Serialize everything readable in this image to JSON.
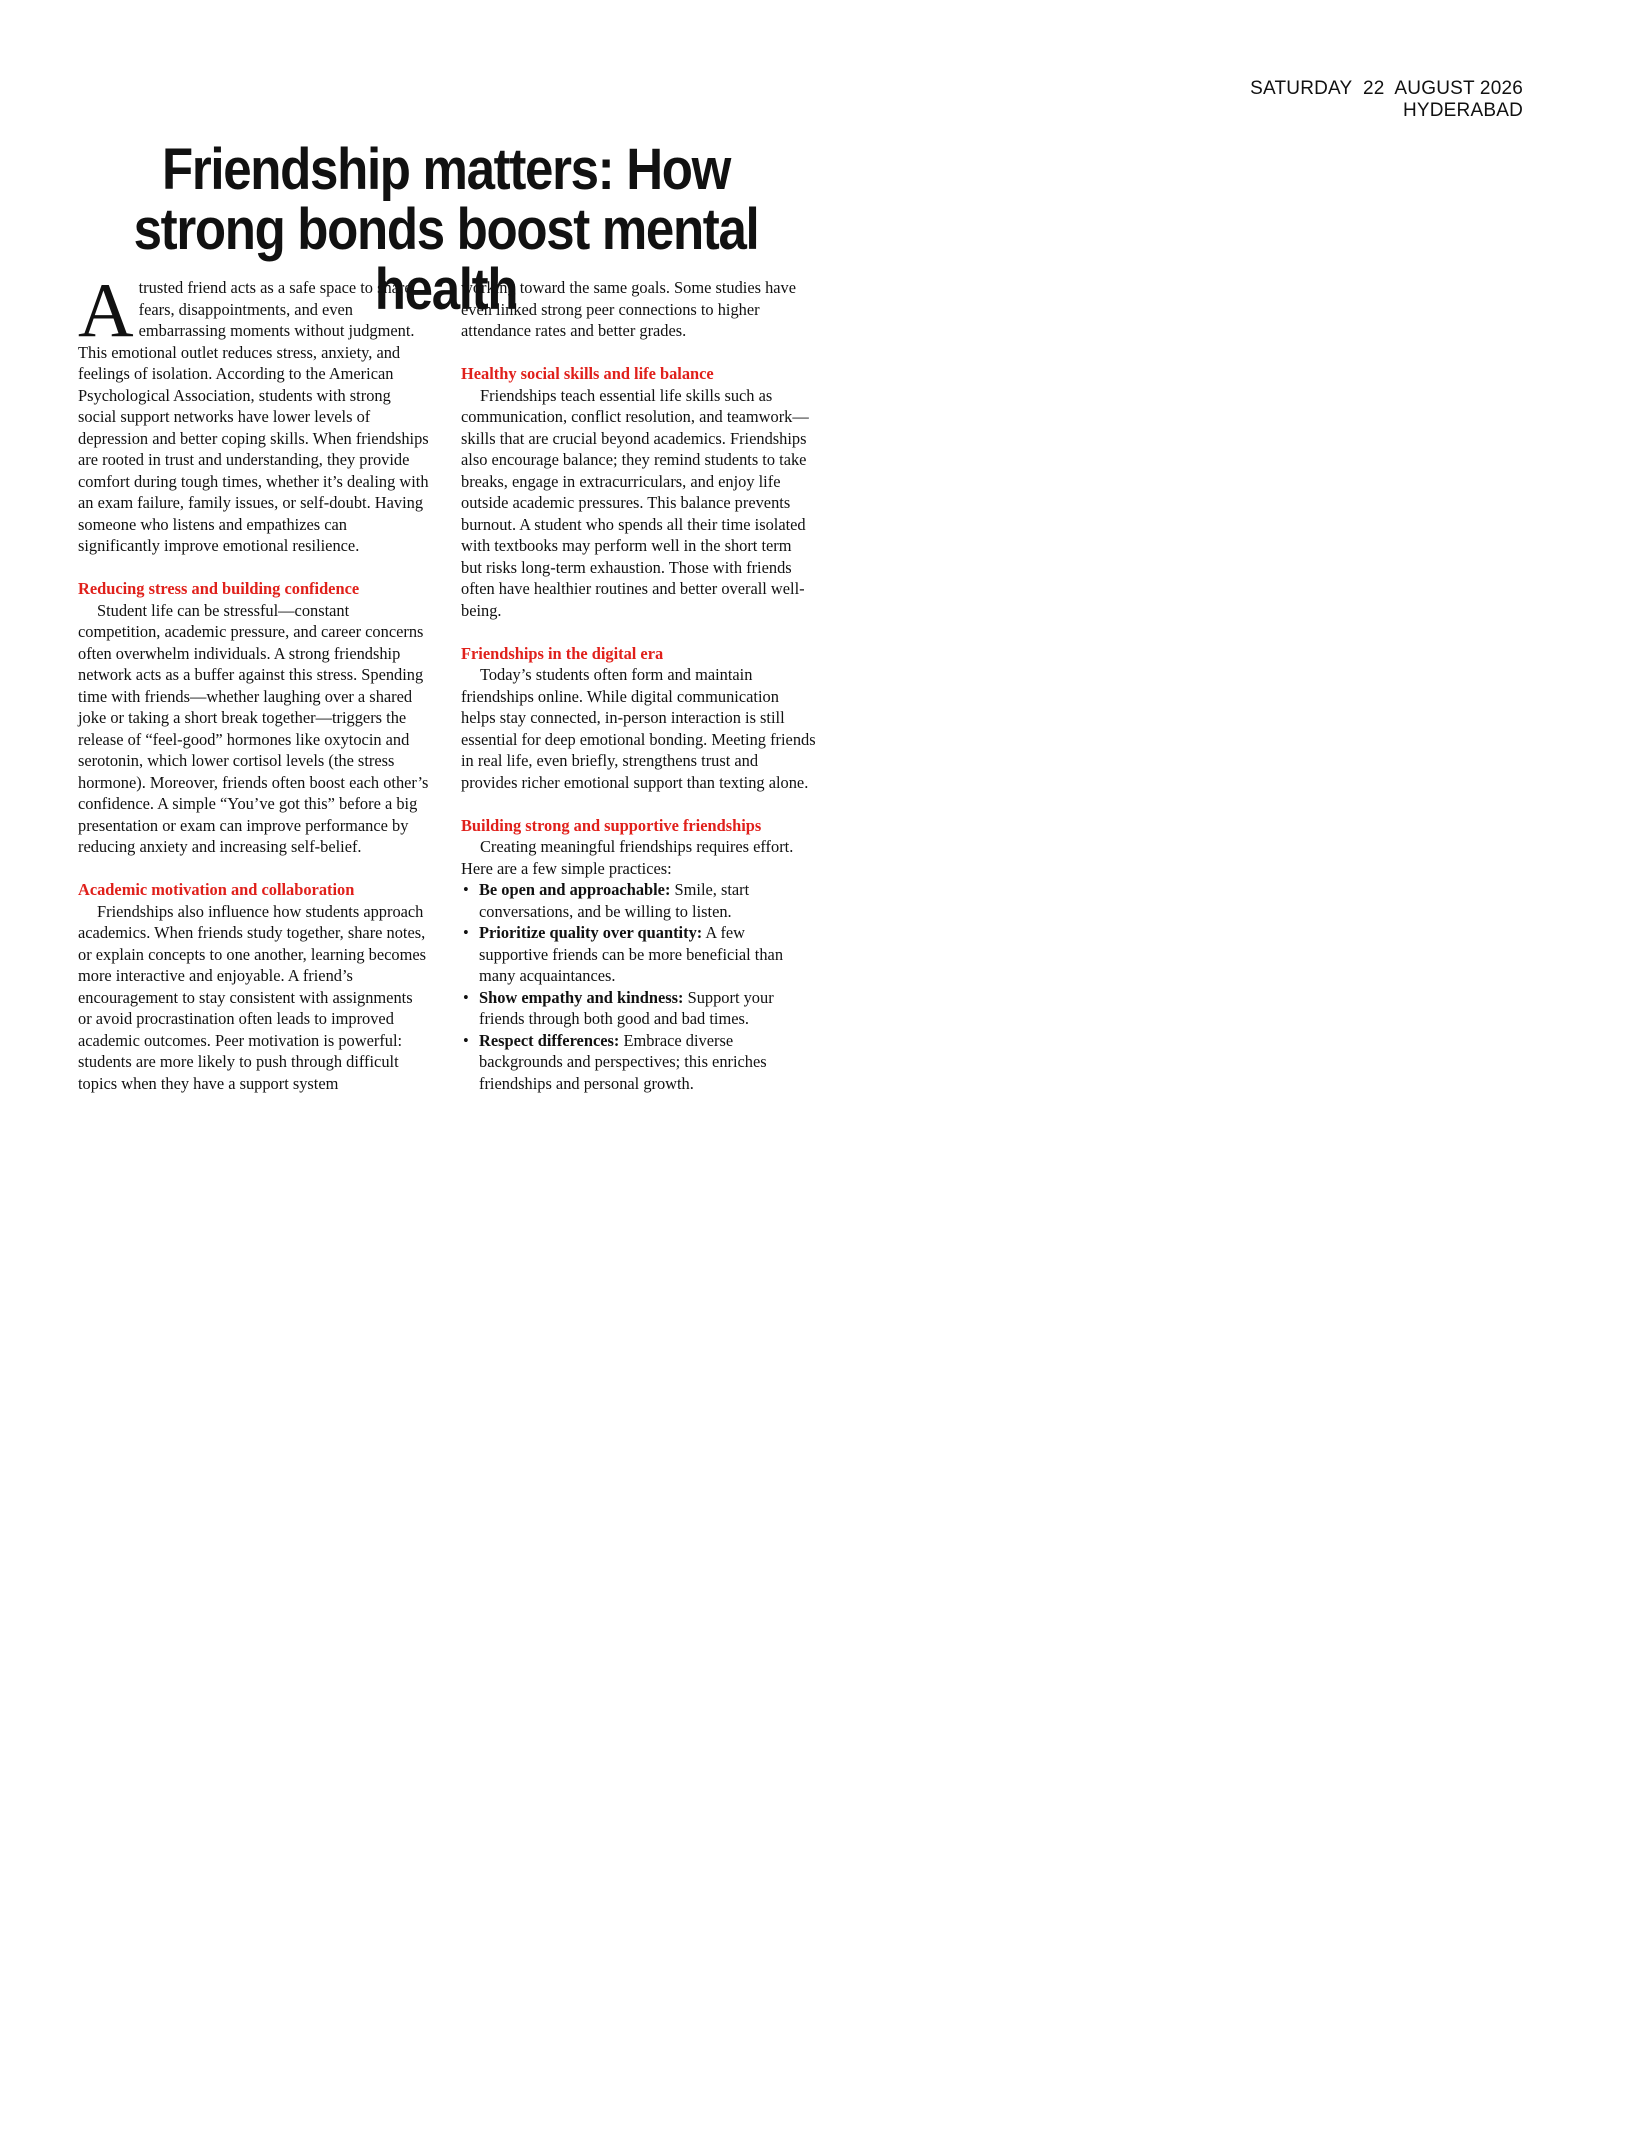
{
  "dateline": {
    "date": "SATURDAY  22  AUGUST 2026",
    "city": "HYDERABAD"
  },
  "headline": "Friendship matters: How strong bonds boost mental health",
  "intro": {
    "dropcap": "A",
    "text": " trusted friend acts as a safe space to share fears, disappointments, and even embarrassing moments without judgment. This emotional outlet reduces stress, anxiety, and feelings of isolation. According to the American Psychological Association, students with strong social support networks have lower levels of depression and better coping skills. When friendships are rooted in trust and understanding, they provide comfort during tough times, whether it’s dealing with an exam failure, family issues, or self-doubt. Having someone who listens and empathizes can significantly improve emotional resilience."
  },
  "sections": [
    {
      "heading": "Reducing stress and  building confidence",
      "body": "Student life can be stressful—constant competition, academic pressure, and career concerns often overwhelm individuals. A strong friendship network acts as a buffer against this stress. Spending time with friends—whether laughing over a shared joke or taking a short break together—triggers the release of “feel-good” hormones like oxytocin and serotonin, which lower cortisol levels (the stress hormone). Moreover, friends often boost each other’s confidence. A simple “You’ve got this” before a big presentation or exam can improve performance by reducing anxiety and increasing self-belief."
    },
    {
      "heading": "Academic motivation and collaboration",
      "body": "Friendships also influence how students approach academics. When friends study together, share notes, or explain concepts to one another, learning becomes more interactive and enjoyable. A friend’s encouragement to stay consistent with assignments or avoid procrastination often leads to improved academic outcomes. Peer motivation is powerful: students are more likely to push through difficult topics when they have a support system",
      "continuation": "working toward the same goals. Some studies have even linked strong peer connections to higher attendance rates and better grades."
    },
    {
      "heading": "Healthy social skills and life balance",
      "body": "Friendships teach essential life skills such as communication, conflict resolution, and teamwork—skills that are crucial beyond academics. Friendships also encourage balance; they remind students to take breaks, engage in extracurriculars, and enjoy life outside academic pressures. This balance prevents burnout. A student who spends all their time isolated with textbooks may perform well in the short term but risks long-term exhaustion. Those with friends often have healthier routines and better overall well-being."
    },
    {
      "heading": "Friendships in the digital era",
      "body": "Today’s students often form and maintain friendships online. While digital communication helps stay connected, in-person interaction is still essential for deep emotional bonding. Meeting friends in real life, even briefly, strengthens trust and provides richer emotional support than texting alone."
    },
    {
      "heading": "Building strong and supportive friendships",
      "body": "Creating meaningful friendships requires effort. Here are a few simple practices:",
      "bullets": [
        {
          "bold": "Be open and approachable:",
          "text": " Smile, start conversations, and be willing to listen."
        },
        {
          "bold": "Prioritize quality over quantity:",
          "text": " A few supportive friends can be more beneficial than many acquaintances."
        },
        {
          "bold": "Show empathy and kindness:",
          "text": " Support your friends through both good and bad times."
        },
        {
          "bold": "Respect differences:",
          "text": " Embrace diverse backgrounds and perspectives; this enriches friendships and personal growth."
        }
      ]
    }
  ]
}
